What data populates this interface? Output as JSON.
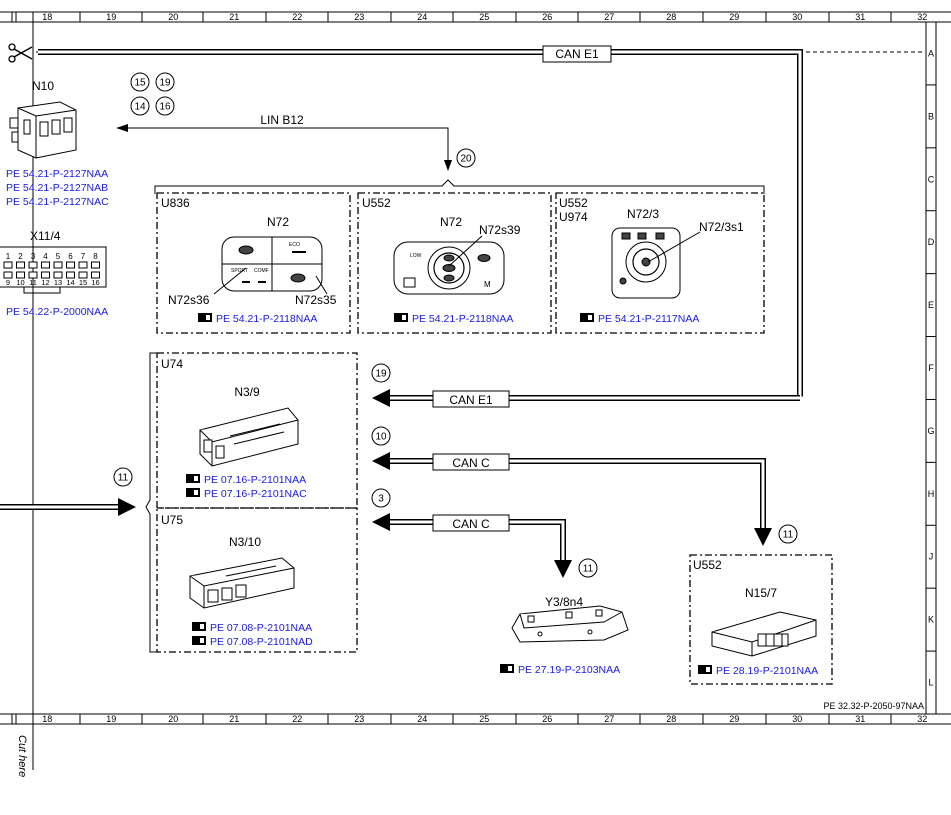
{
  "ruler": {
    "columns": [
      "18",
      "19",
      "20",
      "21",
      "22",
      "23",
      "24",
      "25",
      "26",
      "27",
      "28",
      "29",
      "30",
      "31",
      "32"
    ],
    "rows": [
      "A",
      "B",
      "C",
      "D",
      "E",
      "F",
      "G",
      "H",
      "J",
      "K",
      "L"
    ]
  },
  "cut_here": "Cut here",
  "sheet_ref": "PE 32.32-P-2050-97NAA",
  "buses": {
    "can_e1_top": "CAN E1",
    "lin_b12": "LIN B12",
    "can_e1_mid": "CAN E1",
    "can_c_1": "CAN C",
    "can_c_2": "CAN C"
  },
  "circles": {
    "c15": "15",
    "c19a": "19",
    "c14": "14",
    "c16": "16",
    "c20": "20",
    "c19b": "19",
    "c10": "10",
    "c11a": "11",
    "c3": "3",
    "c11b": "11",
    "c11c": "11"
  },
  "n10": {
    "name": "N10",
    "refs": [
      "PE 54.21-P-2127NAA",
      "PE 54.21-P-2127NAB",
      "PE 54.21-P-2127NAC"
    ]
  },
  "x11": {
    "name": "X11/4",
    "pins_top": [
      "1",
      "2",
      "3",
      "4",
      "5",
      "6",
      "7",
      "8"
    ],
    "pins_bottom": [
      "9",
      "10",
      "11",
      "12",
      "13",
      "14",
      "15",
      "16"
    ],
    "ref": "PE 54.22-P-2000NAA"
  },
  "u836": {
    "code": "U836",
    "name": "N72",
    "sw1": "N72s36",
    "sw2": "N72s35",
    "ref": "PE 54.21-P-2118NAA",
    "cap_sport": "SPORT",
    "cap_comf": "COMF",
    "cap_eco": "ECO"
  },
  "u552a": {
    "code": "U552",
    "name": "N72",
    "sw": "N72s39",
    "ref": "PE 54.21-P-2118NAA",
    "cap_low": "LOW",
    "cap_m": "M"
  },
  "u552b": {
    "code": "U552",
    "code2": "U974",
    "name": "N72/3",
    "sw": "N72/3s1",
    "ref": "PE 54.21-P-2117NAA"
  },
  "u74": {
    "code": "U74",
    "name": "N3/9",
    "refs": [
      "PE 07.16-P-2101NAA",
      "PE 07.16-P-2101NAC"
    ]
  },
  "u75": {
    "code": "U75",
    "name": "N3/10",
    "refs": [
      "PE 07.08-P-2101NAA",
      "PE 07.08-P-2101NAD"
    ]
  },
  "y3": {
    "name": "Y3/8n4",
    "ref": "PE 27.19-P-2103NAA"
  },
  "u552c": {
    "code": "U552",
    "name": "N15/7",
    "ref": "PE 28.19-P-2101NAA"
  },
  "colors": {
    "blue": "#1a1adb",
    "ink": "#000000"
  }
}
